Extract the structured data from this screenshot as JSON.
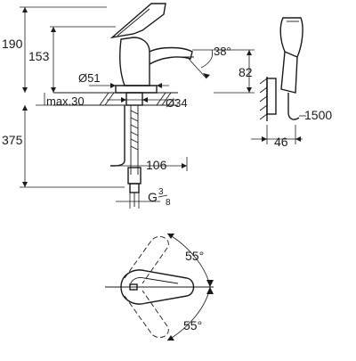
{
  "dimensions": {
    "total_height": "190",
    "spout_height": "153",
    "body_diameter": "Ø51",
    "deck_thickness": "max.30",
    "hole_diameter": "Ø34",
    "below_deck": "375",
    "hose_offset": "106",
    "spout_angle": "38°",
    "spout_reach": "82",
    "thread_prefix": "G",
    "thread_fraction_num": "3",
    "thread_fraction_den": "8",
    "spray_hose_length": "1500",
    "spray_holder_depth": "46",
    "rotation_upper": "55°",
    "rotation_lower": "55°"
  },
  "colors": {
    "line": "#1a1a1a",
    "background": "#ffffff"
  }
}
